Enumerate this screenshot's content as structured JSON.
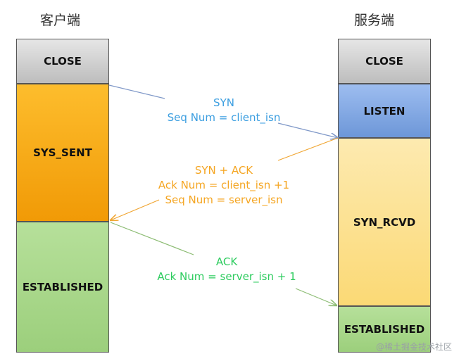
{
  "client": {
    "title": "客户端",
    "states": [
      "CLOSE",
      "SYS_SENT",
      "ESTABLISHED"
    ]
  },
  "server": {
    "title": "服务端",
    "states": [
      "CLOSE",
      "LISTEN",
      "SYN_RCVD",
      "ESTABLISHED"
    ]
  },
  "messages": {
    "syn": {
      "line1": "SYN",
      "line2": "Seq Num = client_isn",
      "color": "#3b9ee0"
    },
    "synack": {
      "line1": "SYN + ACK",
      "line2": "Ack Num =  client_isn +1",
      "line3": "Seq Num = server_isn",
      "color": "#f5a623"
    },
    "ack": {
      "line1": "ACK",
      "line2": "Ack Num = server_isn + 1",
      "color": "#2ecc5f"
    }
  },
  "colors": {
    "close": "#d3d3d3",
    "listen": "#7ea7e0",
    "sys_sent": "#f7a510",
    "syn_rcvd": "#fbe39a",
    "established": "#a8d88a"
  },
  "watermark": "@稀土掘金技术社区"
}
